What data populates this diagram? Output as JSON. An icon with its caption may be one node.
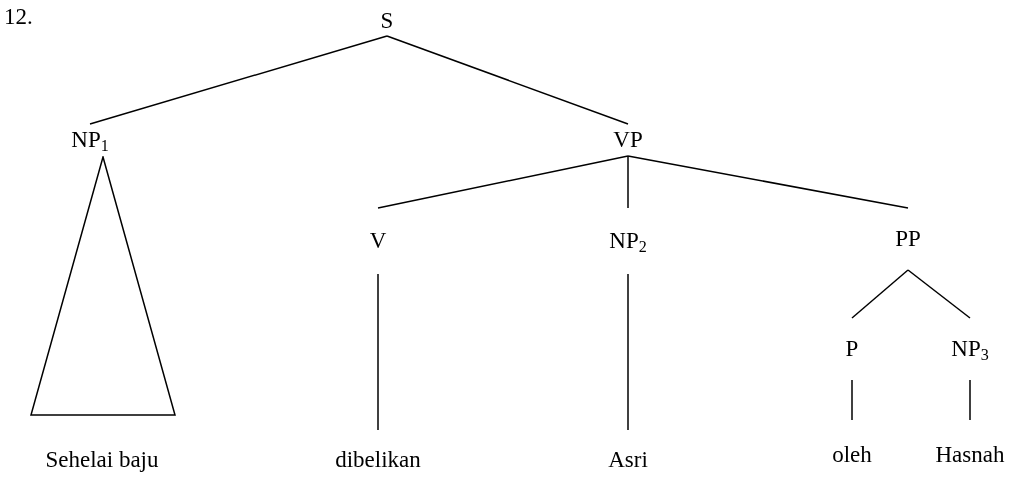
{
  "diagram": {
    "nodes": [
      {
        "text": [
          "S"
        ]
      },
      {
        "text": [
          "NP$_{1}$"
        ]
      },
      {
        "text": [
          "VP"
        ]
      },
      {
        "text": [
          "V"
        ]
      },
      {
        "text": [
          "NP$_{2}$"
        ]
      },
      {
        "text": [
          "PP"
        ]
      },
      {
        "text": [
          "P"
        ]
      },
      {
        "text": [
          "NP$_{3}$"
        ]
      },
      {
        "text": [],
        "shape": "triangle"
      },
      {
        "text": [
          "Sehelai baju"
        ]
      },
      {
        "text": [
          "dibelikan"
        ]
      },
      {
        "text": [
          "Asri"
        ]
      },
      {
        "text": [
          "oleh"
        ]
      },
      {
        "text": [
          "Hasnah"
        ]
      }
    ],
    "edges": [
      {
        "from": 0,
        "to": 1,
        "arrow": "none"
      },
      {
        "from": 0,
        "to": 2,
        "arrow": "none"
      },
      {
        "from": 2,
        "to": 3,
        "arrow": "none"
      },
      {
        "from": 2,
        "to": 4,
        "arrow": "none"
      },
      {
        "from": 2,
        "to": 5,
        "arrow": "none"
      },
      {
        "from": 5,
        "to": 6,
        "arrow": "none"
      },
      {
        "from": 5,
        "to": 7,
        "arrow": "none"
      },
      {
        "from": 3,
        "to": 10,
        "arrow": "none"
      },
      {
        "from": 4,
        "to": 11,
        "arrow": "none"
      },
      {
        "from": 6,
        "to": 12,
        "arrow": "none"
      },
      {
        "from": 7,
        "to": 13,
        "arrow": "none"
      }
    ],
    "labels": [
      "12."
    ]
  }
}
